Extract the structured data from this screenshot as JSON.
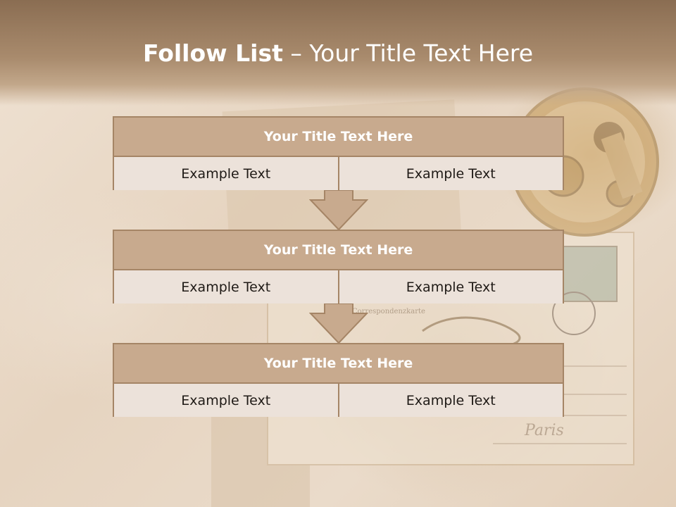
{
  "slide": {
    "title_bold": "Follow List",
    "title_rest": " – Your Title Text Here"
  },
  "steps": [
    {
      "title": "Your Title Text Here",
      "left": "Example Text",
      "right": "Example Text"
    },
    {
      "title": "Your Title Text Here",
      "left": "Example Text",
      "right": "Example Text"
    },
    {
      "title": "Your Title Text Here",
      "left": "Example Text",
      "right": "Example Text"
    }
  ],
  "background": {
    "postcard_heading": "Correspondenzkarte",
    "postcard_city": "Paris"
  },
  "colors": {
    "header": "#a98b6d",
    "card_border": "#a58566",
    "card_header": "#c8aa8e",
    "card_body": "#ece2da",
    "arrow_fill": "#c8aa8e"
  }
}
